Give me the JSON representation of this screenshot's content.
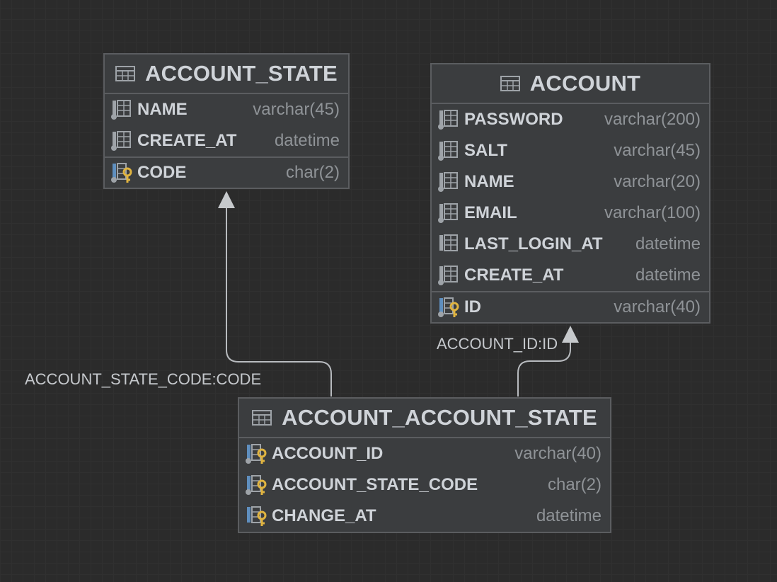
{
  "tables": {
    "account_state": {
      "title": "ACCOUNT_STATE",
      "columns": [
        {
          "name": "NAME",
          "type": "varchar(45)",
          "icon": "column-icon"
        },
        {
          "name": "CREATE_AT",
          "type": "datetime",
          "icon": "column-icon"
        }
      ],
      "keys": [
        {
          "name": "CODE",
          "type": "char(2)",
          "icon": "primary-key-icon"
        }
      ]
    },
    "account": {
      "title": "ACCOUNT",
      "columns": [
        {
          "name": "PASSWORD",
          "type": "varchar(200)",
          "icon": "column-icon"
        },
        {
          "name": "SALT",
          "type": "varchar(45)",
          "icon": "column-icon"
        },
        {
          "name": "NAME",
          "type": "varchar(20)",
          "icon": "column-icon"
        },
        {
          "name": "EMAIL",
          "type": "varchar(100)",
          "icon": "column-icon"
        },
        {
          "name": "LAST_LOGIN_AT",
          "type": "datetime",
          "icon": "nullable-column-icon"
        },
        {
          "name": "CREATE_AT",
          "type": "datetime",
          "icon": "column-icon"
        }
      ],
      "keys": [
        {
          "name": "ID",
          "type": "varchar(40)",
          "icon": "primary-key-icon"
        }
      ]
    },
    "account_account_state": {
      "title": "ACCOUNT_ACCOUNT_STATE",
      "keys": [
        {
          "name": "ACCOUNT_ID",
          "type": "varchar(40)",
          "icon": "primary-foreign-key-icon"
        },
        {
          "name": "ACCOUNT_STATE_CODE",
          "type": "char(2)",
          "icon": "primary-foreign-key-icon"
        },
        {
          "name": "CHANGE_AT",
          "type": "datetime",
          "icon": "primary-key-icon"
        }
      ]
    }
  },
  "relations": [
    {
      "label": "ACCOUNT_STATE_CODE:CODE"
    },
    {
      "label": "ACCOUNT_ID:ID"
    }
  ],
  "colors": {
    "background": "#2b2b2b",
    "table_fill": "#3b3d3f",
    "table_border": "#5b5d60",
    "key_gold": "#e0b440",
    "icon_gray": "#9ea3a8"
  }
}
